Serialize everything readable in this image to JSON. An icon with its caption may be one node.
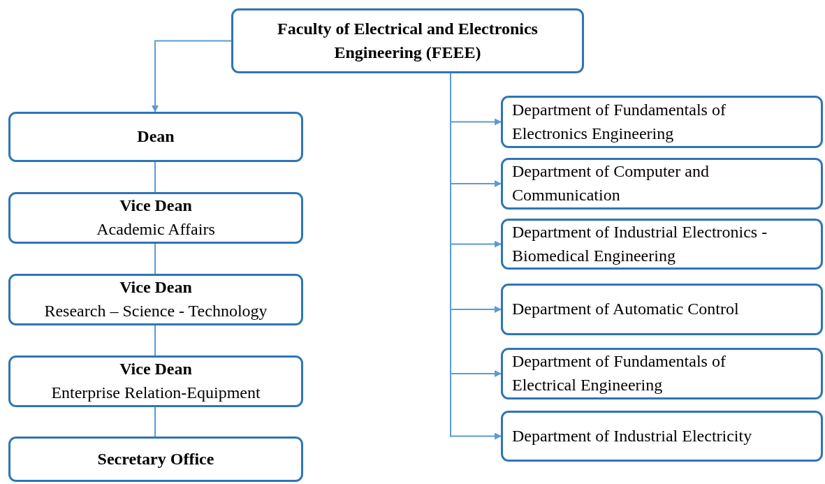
{
  "diagram": {
    "nodes": [
      {
        "text": [
          "Faculty of Electrical and Electronics Engineering (FEEE)"
        ]
      },
      {
        "text": [
          "Dean"
        ]
      },
      {
        "text": [
          "Vice Dean",
          "Academic Affairs"
        ]
      },
      {
        "text": [
          "Vice Dean",
          "Research – Science - Technology"
        ]
      },
      {
        "text": [
          "Vice Dean",
          "Enterprise Relation-Equipment"
        ]
      },
      {
        "text": [
          "Secretary Office"
        ]
      },
      {
        "text": [
          "Department of Fundamentals of Electronics Engineering"
        ]
      },
      {
        "text": [
          "Department of Computer and Communication"
        ]
      },
      {
        "text": [
          "Department of Industrial Electronics - Biomedical Engineering"
        ]
      },
      {
        "text": [
          "Department of Automatic Control"
        ]
      },
      {
        "text": [
          "Department of Fundamentals of Electrical Engineering"
        ]
      },
      {
        "text": [
          "Department of Industrial Electricity"
        ]
      }
    ],
    "edges": [
      {
        "from": 0,
        "to": 1,
        "arrow": "to"
      },
      {
        "from": 1,
        "to": 2,
        "arrow": "none"
      },
      {
        "from": 2,
        "to": 3,
        "arrow": "none"
      },
      {
        "from": 3,
        "to": 4,
        "arrow": "none"
      },
      {
        "from": 4,
        "to": 5,
        "arrow": "none"
      },
      {
        "from": 0,
        "to": 6,
        "arrow": "to"
      },
      {
        "from": 0,
        "to": 7,
        "arrow": "to"
      },
      {
        "from": 0,
        "to": 8,
        "arrow": "to"
      },
      {
        "from": 0,
        "to": 9,
        "arrow": "to"
      },
      {
        "from": 0,
        "to": 10,
        "arrow": "to"
      },
      {
        "from": 0,
        "to": 11,
        "arrow": "to"
      }
    ]
  }
}
